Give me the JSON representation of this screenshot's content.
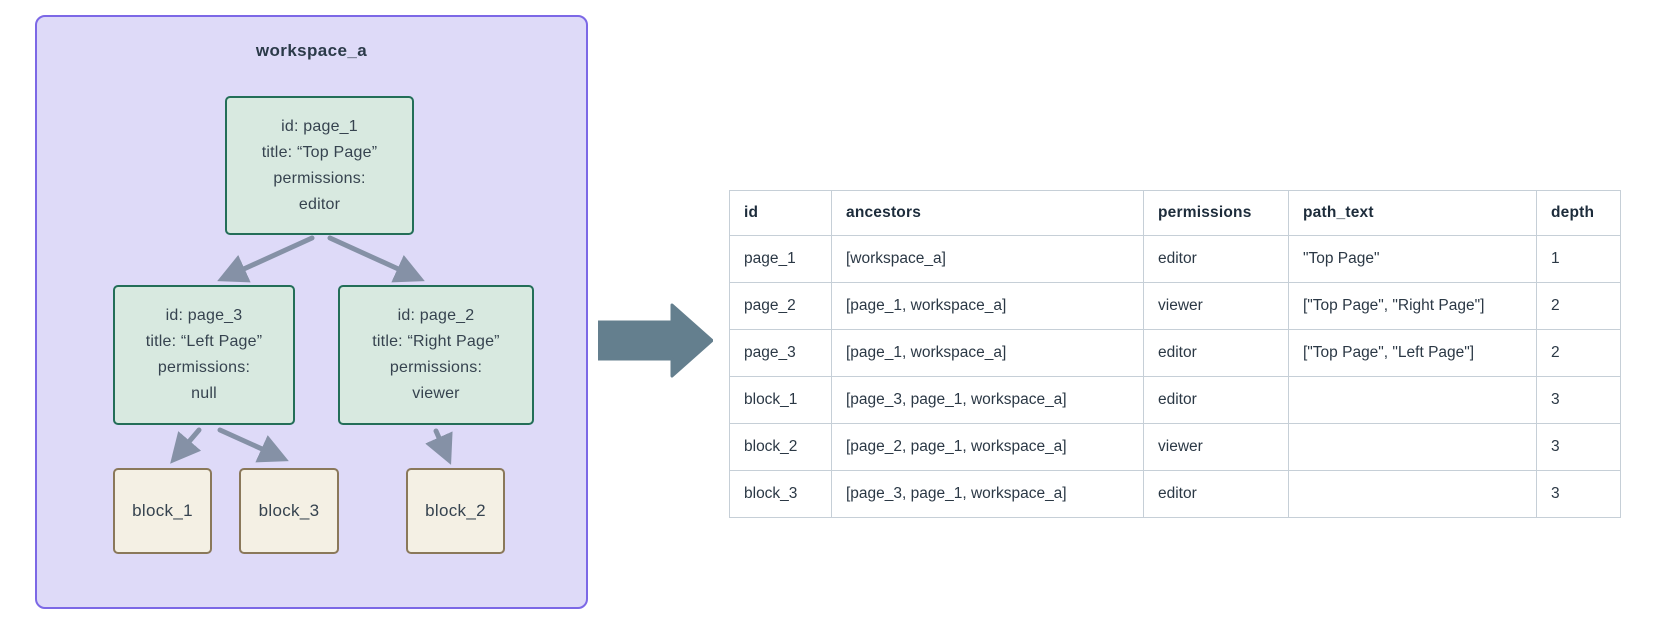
{
  "diagram": {
    "workspace_label": "workspace_a",
    "nodes": {
      "page_1": {
        "lines": [
          "id: page_1",
          "title: “Top Page”",
          "permissions:",
          "editor"
        ]
      },
      "page_3": {
        "lines": [
          "id: page_3",
          "title: “Left Page”",
          "permissions:",
          "null"
        ]
      },
      "page_2": {
        "lines": [
          "id: page_2",
          "title: “Right Page”",
          "permissions:",
          "viewer"
        ]
      }
    },
    "blocks": [
      {
        "label": "block_1"
      },
      {
        "label": "block_3"
      },
      {
        "label": "block_2"
      }
    ]
  },
  "table": {
    "columns": [
      "id",
      "ancestors",
      "permissions",
      "path_text",
      "depth"
    ],
    "rows": [
      [
        "page_1",
        "[workspace_a]",
        "editor",
        "\"Top Page\"",
        "1"
      ],
      [
        "page_2",
        "[page_1, workspace_a]",
        "viewer",
        "[\"Top Page\", \"Right Page\"]",
        "2"
      ],
      [
        "page_3",
        "[page_1, workspace_a]",
        "editor",
        "[\"Top Page\", \"Left Page\"]",
        "2"
      ],
      [
        "block_1",
        "[page_3, page_1, workspace_a]",
        "editor",
        "",
        "3"
      ],
      [
        "block_2",
        "[page_2, page_1, workspace_a]",
        "viewer",
        "",
        "3"
      ],
      [
        "block_3",
        "[page_3, page_1, workspace_a]",
        "editor",
        "",
        "3"
      ]
    ]
  },
  "colors": {
    "workspace_fill": "#dedaf8",
    "workspace_border": "#7c68e6",
    "page_node_fill": "#d8e9e0",
    "page_node_border": "#236e58",
    "block_node_fill": "#f4f0e4",
    "block_node_border": "#8a785a",
    "tree_edge": "#8591a6",
    "big_arrow": "#647f8e",
    "table_border": "#c6cfd7",
    "text": "#32404e"
  }
}
